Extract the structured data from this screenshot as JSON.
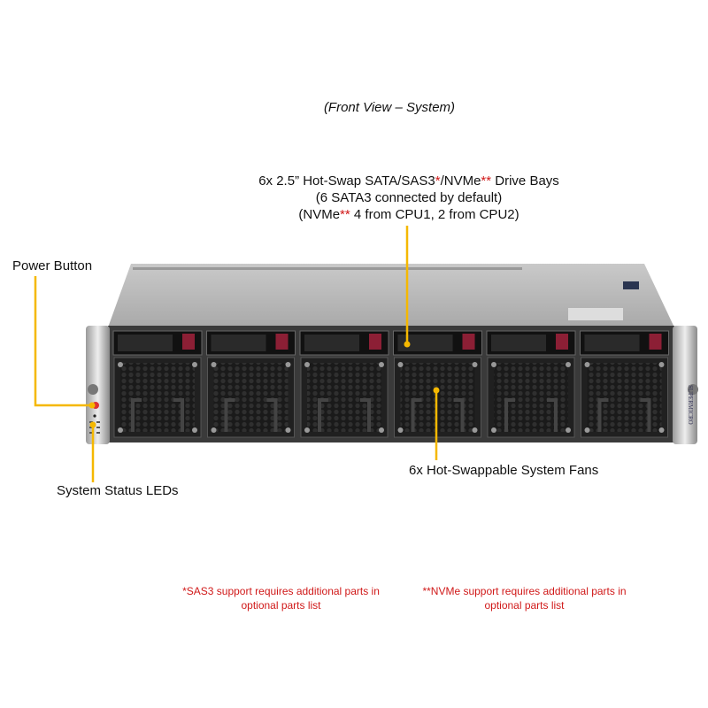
{
  "caption": "(Front View – System)",
  "callouts": {
    "drive_bays": {
      "line1_prefix": "6x 2.5” Hot-Swap SATA/SAS3",
      "line1_star1": "*",
      "line1_mid": "/NVMe",
      "line1_star2": "**",
      "line1_suffix": " Drive Bays",
      "line2": "(6 SATA3 connected by default)",
      "line3_prefix": "(NVMe",
      "line3_star": "**",
      "line3_suffix": " 4 from CPU1, 2 from CPU2)"
    },
    "power_button": "Power Button",
    "status_leds": "System Status LEDs",
    "fans": "6x Hot-Swappable System Fans"
  },
  "notes": {
    "sas3": "*SAS3 support requires additional parts in optional parts list",
    "nvme": "**NVMe support requires additional parts in optional parts list"
  },
  "logo": "SUPERMICRO",
  "colors": {
    "callout_line": "#f5b800",
    "footnote": "#d01818",
    "drive_latch": "#8c1f35"
  }
}
